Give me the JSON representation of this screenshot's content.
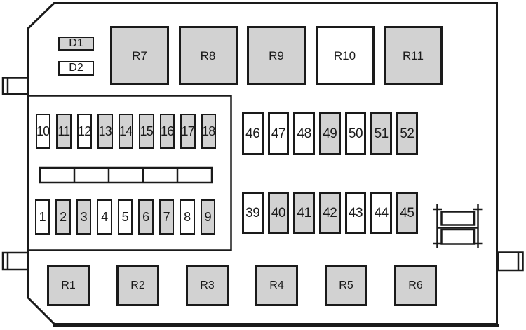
{
  "colors": {
    "line": "#1a1a1a",
    "fill": "#d2d2d2",
    "bg": "#ffffff"
  },
  "modules_d": [
    {
      "label": "D1",
      "filled": true
    },
    {
      "label": "D2",
      "filled": false
    }
  ],
  "relays_top": [
    {
      "label": "R7",
      "filled": true
    },
    {
      "label": "R8",
      "filled": true
    },
    {
      "label": "R9",
      "filled": true
    },
    {
      "label": "R10",
      "filled": false
    },
    {
      "label": "R11",
      "filled": true
    }
  ],
  "relays_bottom": [
    {
      "label": "R1",
      "filled": true
    },
    {
      "label": "R2",
      "filled": true
    },
    {
      "label": "R3",
      "filled": true
    },
    {
      "label": "R4",
      "filled": true
    },
    {
      "label": "R5",
      "filled": true
    },
    {
      "label": "R6",
      "filled": true
    }
  ],
  "fuses_left_top": [
    {
      "label": "10",
      "filled": false
    },
    {
      "label": "11",
      "filled": true
    },
    {
      "label": "12",
      "filled": false
    },
    {
      "label": "13",
      "filled": true
    },
    {
      "label": "14",
      "filled": true
    },
    {
      "label": "15",
      "filled": true
    },
    {
      "label": "16",
      "filled": true
    },
    {
      "label": "17",
      "filled": true
    },
    {
      "label": "18",
      "filled": true
    }
  ],
  "fuses_left_bottom": [
    {
      "label": "1",
      "filled": false
    },
    {
      "label": "2",
      "filled": true
    },
    {
      "label": "3",
      "filled": true
    },
    {
      "label": "4",
      "filled": false
    },
    {
      "label": "5",
      "filled": false
    },
    {
      "label": "6",
      "filled": true
    },
    {
      "label": "7",
      "filled": true
    },
    {
      "label": "8",
      "filled": false
    },
    {
      "label": "9",
      "filled": true
    }
  ],
  "fuses_right_top": [
    {
      "label": "46",
      "filled": false
    },
    {
      "label": "47",
      "filled": false
    },
    {
      "label": "48",
      "filled": false
    },
    {
      "label": "49",
      "filled": true
    },
    {
      "label": "50",
      "filled": false
    },
    {
      "label": "51",
      "filled": true
    },
    {
      "label": "52",
      "filled": true
    }
  ],
  "fuses_right_bottom": [
    {
      "label": "39",
      "filled": false
    },
    {
      "label": "40",
      "filled": true
    },
    {
      "label": "41",
      "filled": true
    },
    {
      "label": "42",
      "filled": true
    },
    {
      "label": "43",
      "filled": false
    },
    {
      "label": "44",
      "filled": false
    },
    {
      "label": "45",
      "filled": true
    }
  ]
}
